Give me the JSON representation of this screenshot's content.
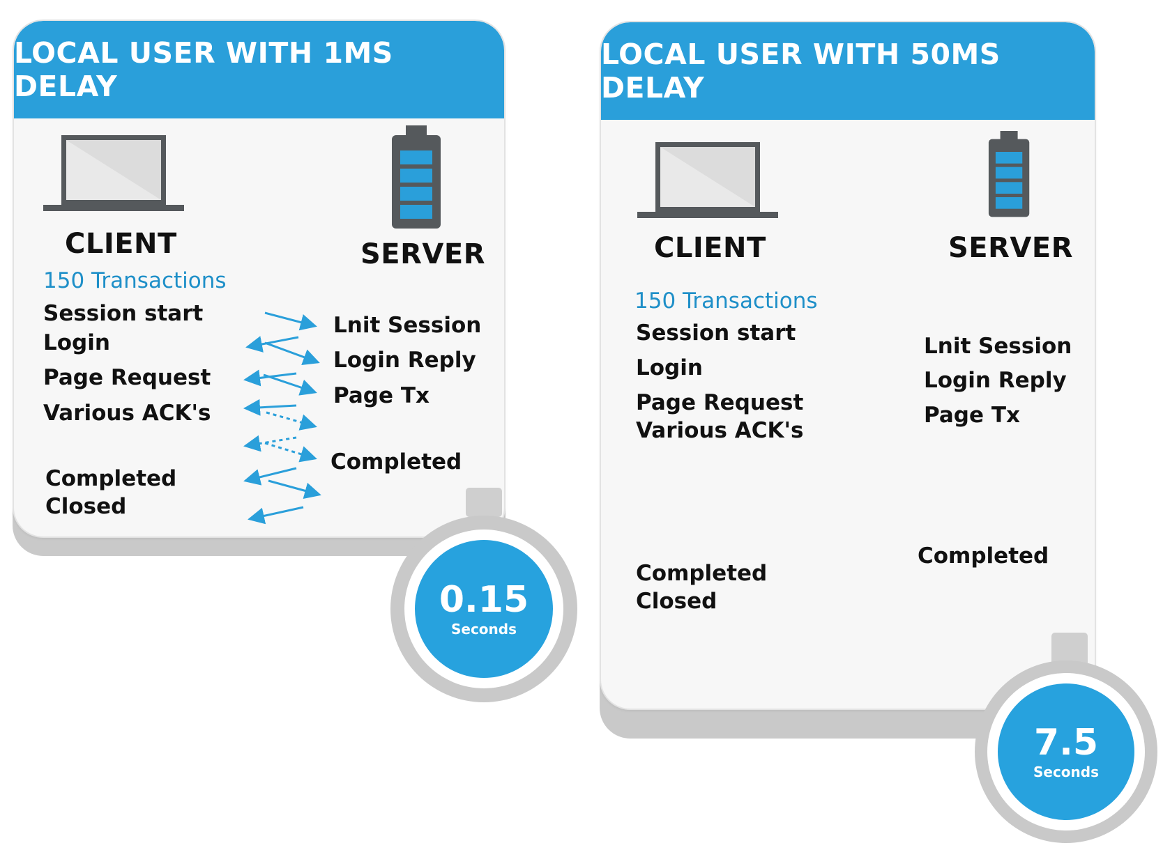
{
  "panels": [
    {
      "title": "LOCAL USER WITH 1MS DELAY",
      "client_label": "CLIENT",
      "server_label": "SERVER",
      "transactions": "150 Transactions",
      "client_steps": [
        "Session start",
        "Login",
        "Page Request",
        "Various ACK's",
        "Completed",
        "Closed"
      ],
      "server_steps": [
        "Lnit Session",
        "Login Reply",
        "Page Tx",
        "Completed"
      ],
      "timer_value": "0.15",
      "timer_unit": "Seconds"
    },
    {
      "title": "LOCAL USER WITH 50MS DELAY",
      "client_label": "CLIENT",
      "server_label": "SERVER",
      "transactions": "150 Transactions",
      "client_steps": [
        "Session start",
        "Login",
        "Page Request",
        "Various ACK's",
        "Completed",
        "Closed"
      ],
      "server_steps": [
        "Lnit Session",
        "Login Reply",
        "Page Tx",
        "Completed"
      ],
      "timer_value": "7.5",
      "timer_unit": "Seconds"
    }
  ],
  "colors": {
    "accent": "#2a9fda",
    "arrow": "#2a9fda",
    "card": "#f7f7f7",
    "shadow": "#c9c9c9",
    "battery": "#55595c"
  },
  "icons": [
    "laptop-icon",
    "battery-server-icon",
    "stopwatch-icon"
  ]
}
